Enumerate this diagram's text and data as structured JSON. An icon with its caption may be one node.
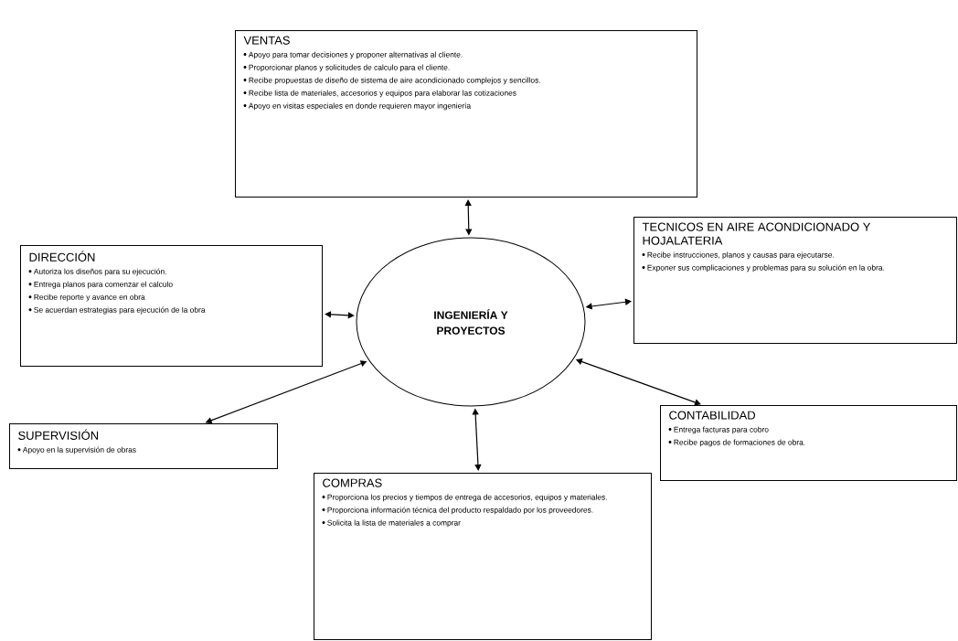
{
  "diagram": {
    "nodes": [
      {
        "text": [
          "VENTAS",
          "Apoyo para tomar decisiones y proponer alternativas al cliente.",
          "Proporcionar planos y solicitudes de calculo para el cliente.",
          "Recibe propuestas de diseño de sistema de aire acondicionado complejos y sencillos.",
          "Recibe lista de materiales, accesorios y equipos para elaborar las cotizaciones",
          "Apoyo en visitas especiales en donde requieren mayor ingeniería"
        ]
      },
      {
        "text": [
          "TECNICOS EN AIRE ACONDICIONADO Y HOJALATERIA",
          "Recibe instrucciones, planos y causas para ejecutarse.",
          "Exponer sus complicaciones y problemas para su solución en la obra."
        ]
      },
      {
        "text": [
          "DIRECCIÓN",
          "Autoriza los diseños para su ejecución.",
          "Entrega planos para comenzar el calculo",
          "Recibe reporte y avance en obra",
          "Se acuerdan estrategias para ejecución de la obra"
        ]
      },
      {
        "text": [
          "INGENIERÍA Y PROYECTOS"
        ]
      },
      {
        "text": [
          "CONTABILIDAD",
          "Entrega facturas para cobro",
          "Recibe pagos de formaciones de obra."
        ]
      },
      {
        "text": [
          "SUPERVISIÓN",
          "Apoyo en la supervisión de obras"
        ]
      },
      {
        "text": [
          "COMPRAS",
          "Proporciona los precios y tiempos de entrega de accesorios, equipos y materiales.",
          "Proporciona información técnica del producto respaldado por los proveedores.",
          "Solicita la lista de materiales a comprar"
        ]
      }
    ],
    "edges": [
      {
        "from": 3,
        "to": 0,
        "arrow": "both"
      },
      {
        "from": 3,
        "to": 1,
        "arrow": "both"
      },
      {
        "from": 3,
        "to": 2,
        "arrow": "both"
      },
      {
        "from": 3,
        "to": 4,
        "arrow": "both"
      },
      {
        "from": 3,
        "to": 5,
        "arrow": "both"
      },
      {
        "from": 3,
        "to": 6,
        "arrow": "both"
      }
    ]
  }
}
